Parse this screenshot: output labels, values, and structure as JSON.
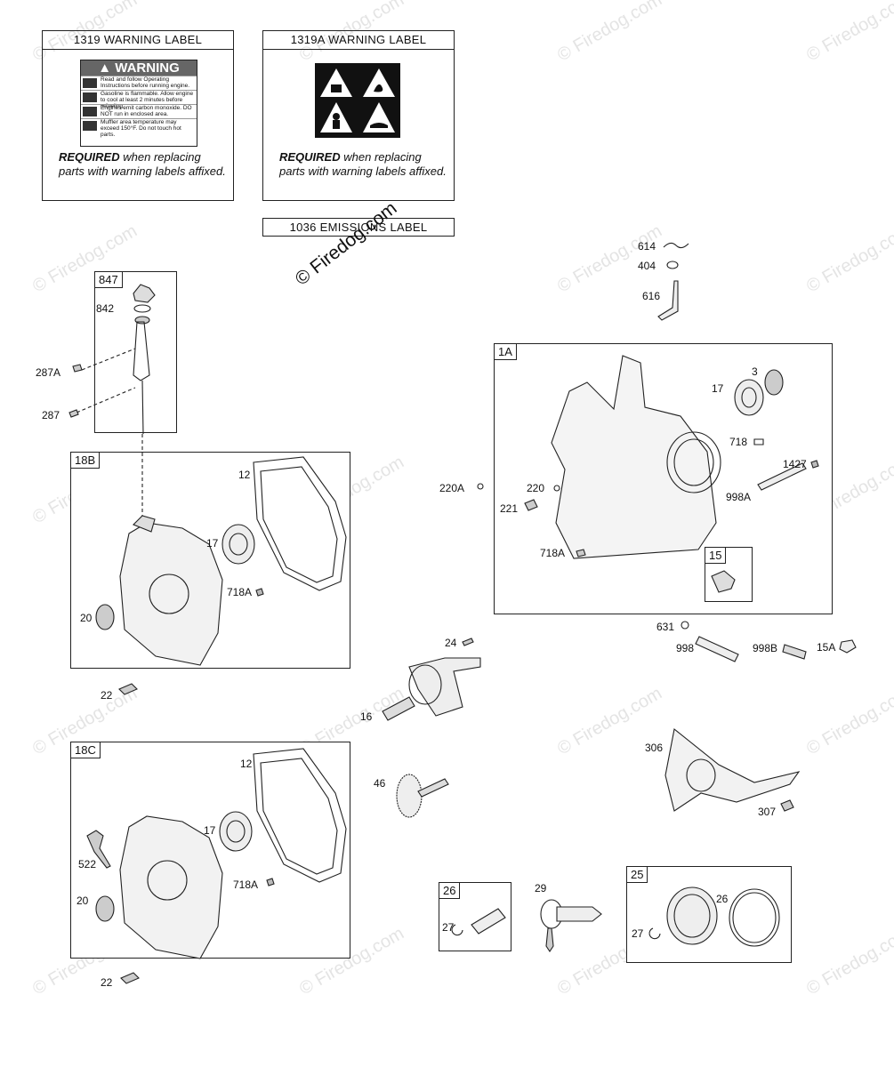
{
  "labels_top": {
    "warning_1319": {
      "title": "1319 WARNING LABEL",
      "sticker_heading": "WARNING",
      "rows": [
        "Read and follow Operating Instructions before running engine.",
        "Gasoline is flammable. Allow engine to cool at least 2 minutes before refueling.",
        "Engines emit carbon monoxide. DO NOT run in enclosed area.",
        "Muffler area temperature may exceed 150°F. Do not touch hot parts."
      ],
      "required_bold": "REQUIRED",
      "required_rest": "when replacing parts with warning labels affixed."
    },
    "warning_1319a": {
      "title": "1319A WARNING LABEL",
      "required_bold": "REQUIRED",
      "required_rest": "when replacing parts with warning labels affixed."
    },
    "emissions_1036": {
      "title": "1036 EMISSIONS LABEL"
    }
  },
  "copyright_overlay": "© Firedog.com",
  "watermark": "© Firedog.com",
  "groups": {
    "g847": "847",
    "g18b": "18B",
    "g18c": "18C",
    "g1a": "1A",
    "g15": "15",
    "g26": "26",
    "g25": "25"
  },
  "parts": {
    "p842": "842",
    "p287a": "287A",
    "p287": "287",
    "p12a": "12",
    "p17a": "17",
    "p718a_a": "718A",
    "p20a": "20",
    "p22a": "22",
    "p614": "614",
    "p404": "404",
    "p616": "616",
    "p3": "3",
    "p17b": "17",
    "p718": "718",
    "p1427": "1427",
    "p998a": "998A",
    "p220a": "220A",
    "p220": "220",
    "p221": "221",
    "p718a_b": "718A",
    "p631": "631",
    "p998": "998",
    "p998b": "998B",
    "p15a": "15A",
    "p24": "24",
    "p16": "16",
    "p306": "306",
    "p307": "307",
    "p46": "46",
    "p12b": "12",
    "p17c": "17",
    "p522": "522",
    "p718a_c": "718A",
    "p20b": "20",
    "p22b": "22",
    "p27a": "27",
    "p29": "29",
    "p26b": "26",
    "p27b": "27"
  }
}
